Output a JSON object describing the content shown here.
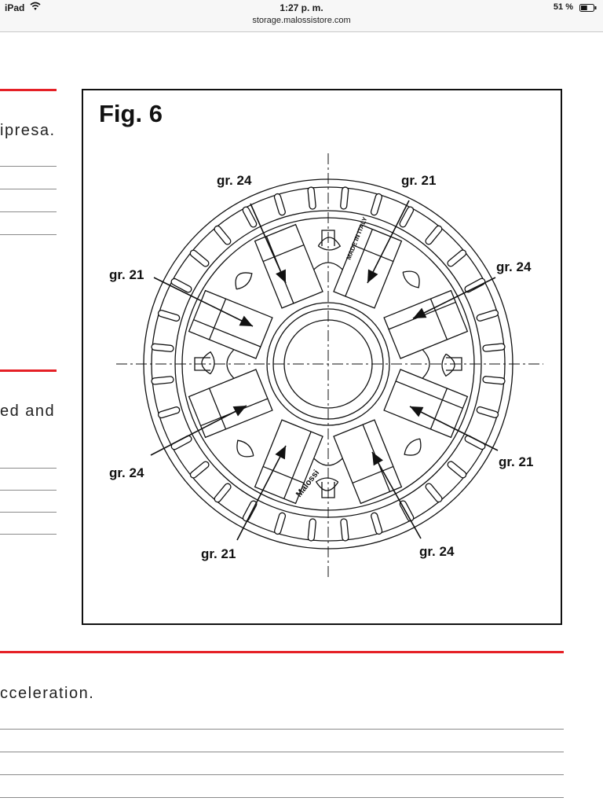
{
  "status_bar": {
    "device": "iPad",
    "time": "1:27 p. m.",
    "url": "storage.malossistore.com",
    "battery": "51 %",
    "battery_level": 0.51
  },
  "text_fragments": {
    "top": "ipresa.",
    "middle": "ed and",
    "bottom": "cceleration."
  },
  "figure": {
    "title": "Fig. 6",
    "labels": [
      "gr. 24",
      "gr. 21",
      "gr. 21",
      "gr. 24",
      "gr. 24",
      "gr. 21",
      "gr. 21",
      "gr. 24"
    ],
    "rotor_text_1": "MADE IN ITALY",
    "rotor_text_2": "Malossi"
  },
  "colors": {
    "accent_red": "#e52026",
    "rule_grey": "#8a8a8a",
    "ink": "#111111"
  }
}
